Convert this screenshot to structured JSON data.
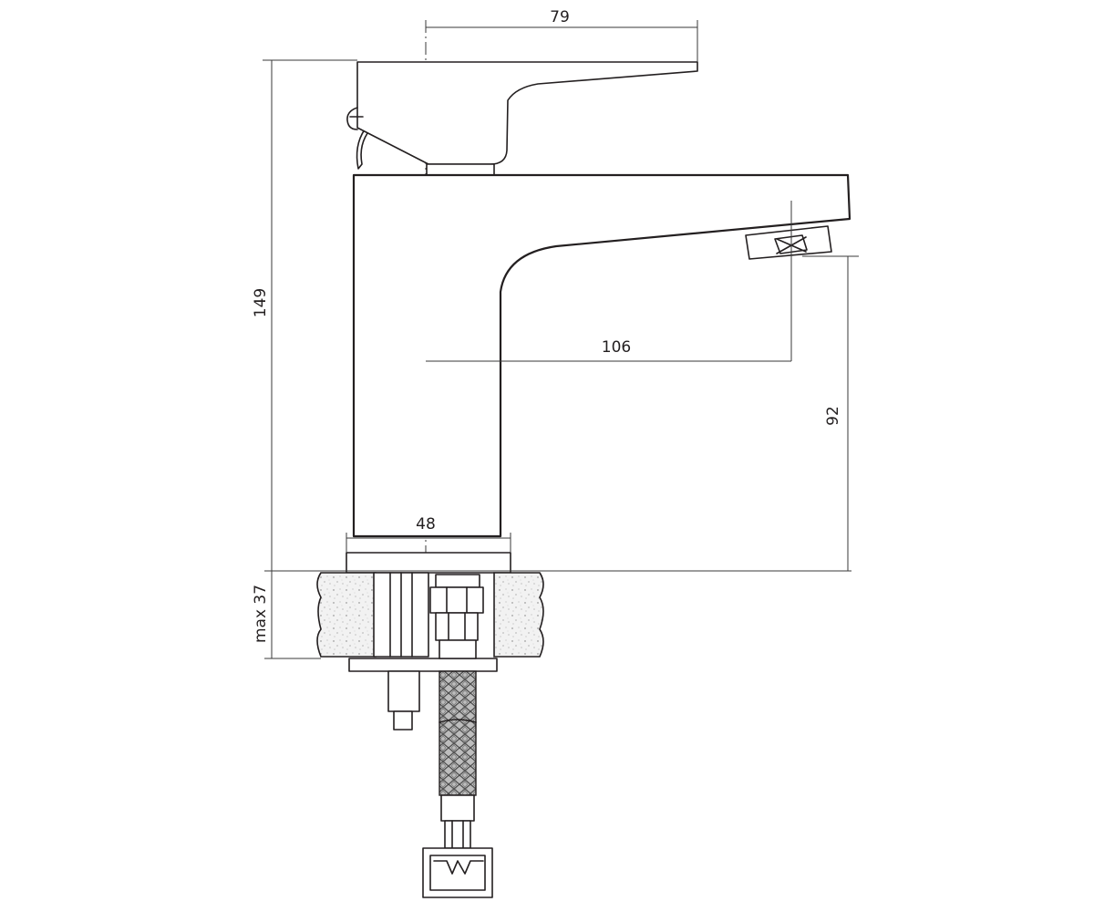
{
  "drawing": {
    "dimensions": {
      "lever_length": "79",
      "total_height": "149",
      "spout_reach": "106",
      "spout_height": "92",
      "base_diameter": "48",
      "max_thickness": "max 37"
    }
  }
}
